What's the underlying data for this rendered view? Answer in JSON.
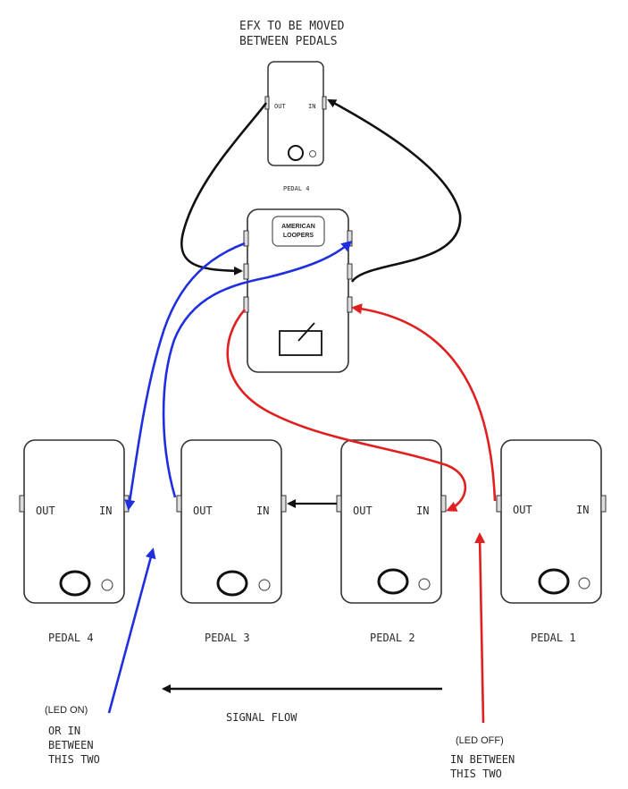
{
  "title": {
    "line1": "EFX TO BE MOVED",
    "line2": "BETWEEN PEDALS"
  },
  "colors": {
    "black_cable": "#111111",
    "blue_cable": "#1f2fe0",
    "red_cable": "#e02020",
    "outline": "#333333"
  },
  "efx_pedal": {
    "out_label": "OUT",
    "in_label": "IN",
    "caption": "PEDAL 4"
  },
  "looper": {
    "brand_line1": "AMERICAN",
    "brand_line2": "LOOPERS"
  },
  "pedals": [
    {
      "id": "pedal-4",
      "out_label": "OUT",
      "in_label": "IN",
      "caption": "PEDAL 4"
    },
    {
      "id": "pedal-3",
      "out_label": "OUT",
      "in_label": "IN",
      "caption": "PEDAL 3"
    },
    {
      "id": "pedal-2",
      "out_label": "OUT",
      "in_label": "IN",
      "caption": "PEDAL 2"
    },
    {
      "id": "pedal-1",
      "out_label": "OUT",
      "in_label": "IN",
      "caption": "PEDAL 1"
    }
  ],
  "signal_flow": {
    "label": "SIGNAL FLOW"
  },
  "annotations": {
    "led_on": {
      "status": "(LED ON)",
      "line1": "OR IN",
      "line2": "BETWEEN",
      "line3": "THIS TWO"
    },
    "led_off": {
      "status": "(LED OFF)",
      "line1": "IN BETWEEN",
      "line2": "THIS TWO"
    }
  }
}
